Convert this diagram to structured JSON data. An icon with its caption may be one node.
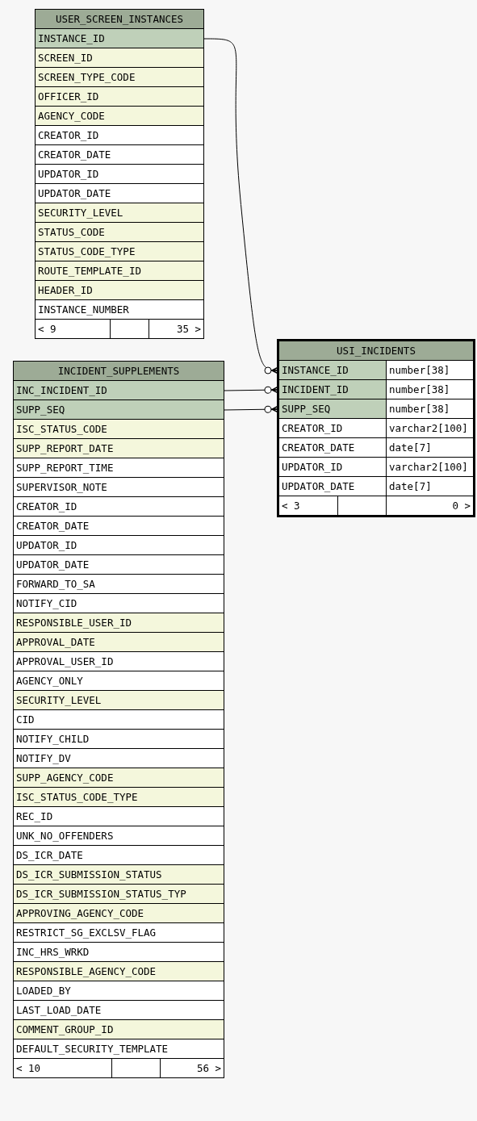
{
  "diagram": {
    "nodes": [
      {
        "text": [
          "USER_SCREEN_INSTANCES"
        ]
      },
      {
        "text": [
          "INSTANCE_ID"
        ],
        "in": 0
      },
      {
        "text": [
          "SCREEN_ID"
        ],
        "in": 0
      },
      {
        "text": [
          "SCREEN_TYPE_CODE"
        ],
        "in": 0
      },
      {
        "text": [
          "OFFICER_ID"
        ],
        "in": 0
      },
      {
        "text": [
          "AGENCY_CODE"
        ],
        "in": 0
      },
      {
        "text": [
          "CREATOR_ID"
        ],
        "in": 0
      },
      {
        "text": [
          "CREATOR_DATE"
        ],
        "in": 0
      },
      {
        "text": [
          "UPDATOR_ID"
        ],
        "in": 0
      },
      {
        "text": [
          "UPDATOR_DATE"
        ],
        "in": 0
      },
      {
        "text": [
          "SECURITY_LEVEL"
        ],
        "in": 0
      },
      {
        "text": [
          "STATUS_CODE"
        ],
        "in": 0
      },
      {
        "text": [
          "STATUS_CODE_TYPE"
        ],
        "in": 0
      },
      {
        "text": [
          "ROUTE_TEMPLATE_ID"
        ],
        "in": 0
      },
      {
        "text": [
          "HEADER_ID"
        ],
        "in": 0
      },
      {
        "text": [
          "INSTANCE_NUMBER"
        ],
        "in": 0
      },
      {
        "text": [
          "< 9",
          "35 >"
        ],
        "in": 0
      },
      {
        "text": [
          "USI_INCIDENTS"
        ]
      },
      {
        "text": [
          "INSTANCE_ID",
          "number[38]"
        ],
        "in": 17
      },
      {
        "text": [
          "INCIDENT_ID",
          "number[38]"
        ],
        "in": 17
      },
      {
        "text": [
          "SUPP_SEQ",
          "number[38]"
        ],
        "in": 17
      },
      {
        "text": [
          "CREATOR_ID",
          "varchar2[100]"
        ],
        "in": 17
      },
      {
        "text": [
          "CREATOR_DATE",
          "date[7]"
        ],
        "in": 17
      },
      {
        "text": [
          "UPDATOR_ID",
          "varchar2[100]"
        ],
        "in": 17
      },
      {
        "text": [
          "UPDATOR_DATE",
          "date[7]"
        ],
        "in": 17
      },
      {
        "text": [
          "< 3",
          "0 >"
        ],
        "in": 17
      },
      {
        "text": [
          "INCIDENT_SUPPLEMENTS"
        ]
      },
      {
        "text": [
          "INC_INCIDENT_ID"
        ],
        "in": 26
      },
      {
        "text": [
          "SUPP_SEQ"
        ],
        "in": 26
      },
      {
        "text": [
          "ISC_STATUS_CODE"
        ],
        "in": 26
      },
      {
        "text": [
          "SUPP_REPORT_DATE"
        ],
        "in": 26
      },
      {
        "text": [
          "SUPP_REPORT_TIME"
        ],
        "in": 26
      },
      {
        "text": [
          "SUPERVISOR_NOTE"
        ],
        "in": 26
      },
      {
        "text": [
          "CREATOR_ID"
        ],
        "in": 26
      },
      {
        "text": [
          "CREATOR_DATE"
        ],
        "in": 26
      },
      {
        "text": [
          "UPDATOR_ID"
        ],
        "in": 26
      },
      {
        "text": [
          "UPDATOR_DATE"
        ],
        "in": 26
      },
      {
        "text": [
          "FORWARD_TO_SA"
        ],
        "in": 26
      },
      {
        "text": [
          "NOTIFY_CID"
        ],
        "in": 26
      },
      {
        "text": [
          "RESPONSIBLE_USER_ID"
        ],
        "in": 26
      },
      {
        "text": [
          "APPROVAL_DATE"
        ],
        "in": 26
      },
      {
        "text": [
          "APPROVAL_USER_ID"
        ],
        "in": 26
      },
      {
        "text": [
          "AGENCY_ONLY"
        ],
        "in": 26
      },
      {
        "text": [
          "SECURITY_LEVEL"
        ],
        "in": 26
      },
      {
        "text": [
          "CID"
        ],
        "in": 26
      },
      {
        "text": [
          "NOTIFY_CHILD"
        ],
        "in": 26
      },
      {
        "text": [
          "NOTIFY_DV"
        ],
        "in": 26
      },
      {
        "text": [
          "SUPP_AGENCY_CODE"
        ],
        "in": 26
      },
      {
        "text": [
          "ISC_STATUS_CODE_TYPE"
        ],
        "in": 26
      },
      {
        "text": [
          "REC_ID"
        ],
        "in": 26
      },
      {
        "text": [
          "UNK_NO_OFFENDERS"
        ],
        "in": 26
      },
      {
        "text": [
          "DS_ICR_DATE"
        ],
        "in": 26
      },
      {
        "text": [
          "DS_ICR_SUBMISSION_STATUS"
        ],
        "in": 26
      },
      {
        "text": [
          "DS_ICR_SUBMISSION_STATUS_TYP"
        ],
        "in": 26
      },
      {
        "text": [
          "APPROVING_AGENCY_CODE"
        ],
        "in": 26
      },
      {
        "text": [
          "RESTRICT_SG_EXCLSV_FLAG"
        ],
        "in": 26
      },
      {
        "text": [
          "INC_HRS_WRKD"
        ],
        "in": 26
      },
      {
        "text": [
          "RESPONSIBLE_AGENCY_CODE"
        ],
        "in": 26
      },
      {
        "text": [
          "LOADED_BY"
        ],
        "in": 26
      },
      {
        "text": [
          "LAST_LOAD_DATE"
        ],
        "in": 26
      },
      {
        "text": [
          "COMMENT_GROUP_ID"
        ],
        "in": 26
      },
      {
        "text": [
          "DEFAULT_SECURITY_TEMPLATE"
        ],
        "in": 26
      },
      {
        "text": [
          "< 10",
          "56 >"
        ],
        "in": 26
      }
    ],
    "edges": [
      {
        "from": 1,
        "to": 18,
        "arrow": "other"
      },
      {
        "from": 27,
        "to": 19,
        "arrow": "other"
      },
      {
        "from": 28,
        "to": 20,
        "arrow": "other"
      }
    ]
  }
}
